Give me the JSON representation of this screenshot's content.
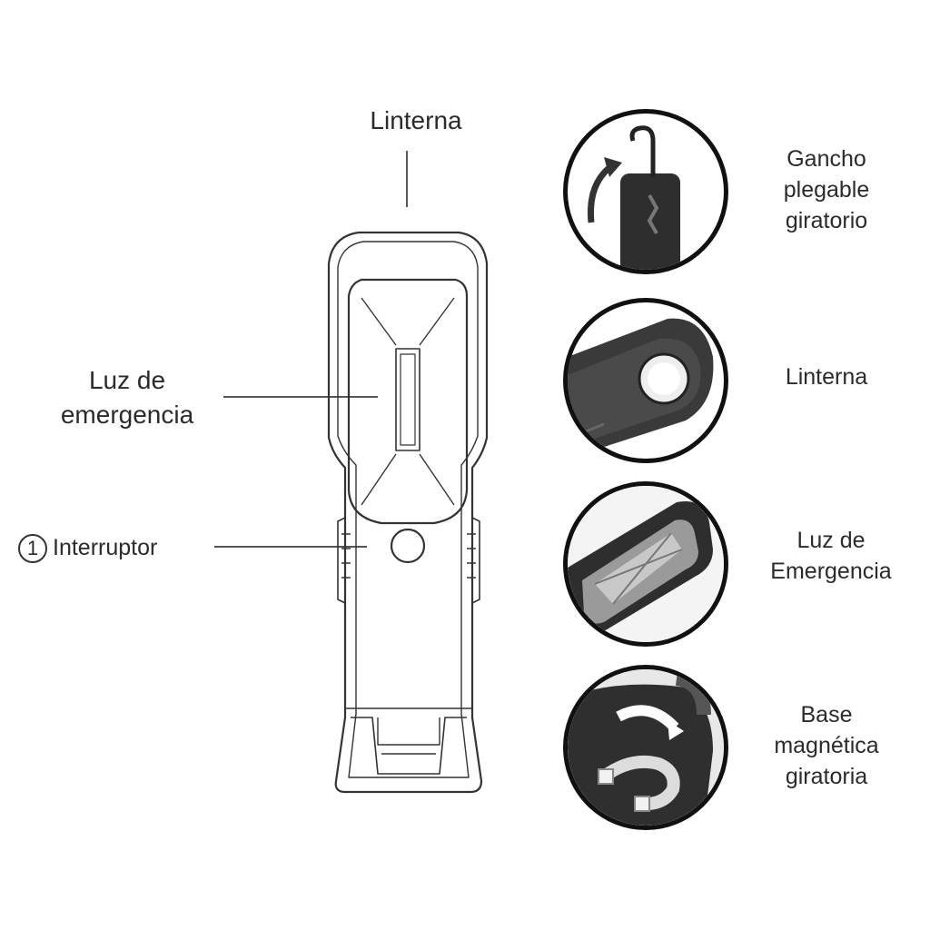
{
  "callouts": {
    "top": "Linterna",
    "emergency": [
      "Luz de",
      "emergencia"
    ],
    "switch_number": "1",
    "switch_label": "Interruptor"
  },
  "details": [
    {
      "lines": [
        "Gancho",
        "plegable",
        "giratorio"
      ],
      "icon": "hook-icon"
    },
    {
      "lines": [
        "Linterna"
      ],
      "icon": "flashlight-icon"
    },
    {
      "lines": [
        "Luz de",
        "Emergencia"
      ],
      "icon": "emergency-light-icon"
    },
    {
      "lines": [
        "Base",
        "magnética",
        "giratoria"
      ],
      "icon": "magnet-icon"
    }
  ]
}
